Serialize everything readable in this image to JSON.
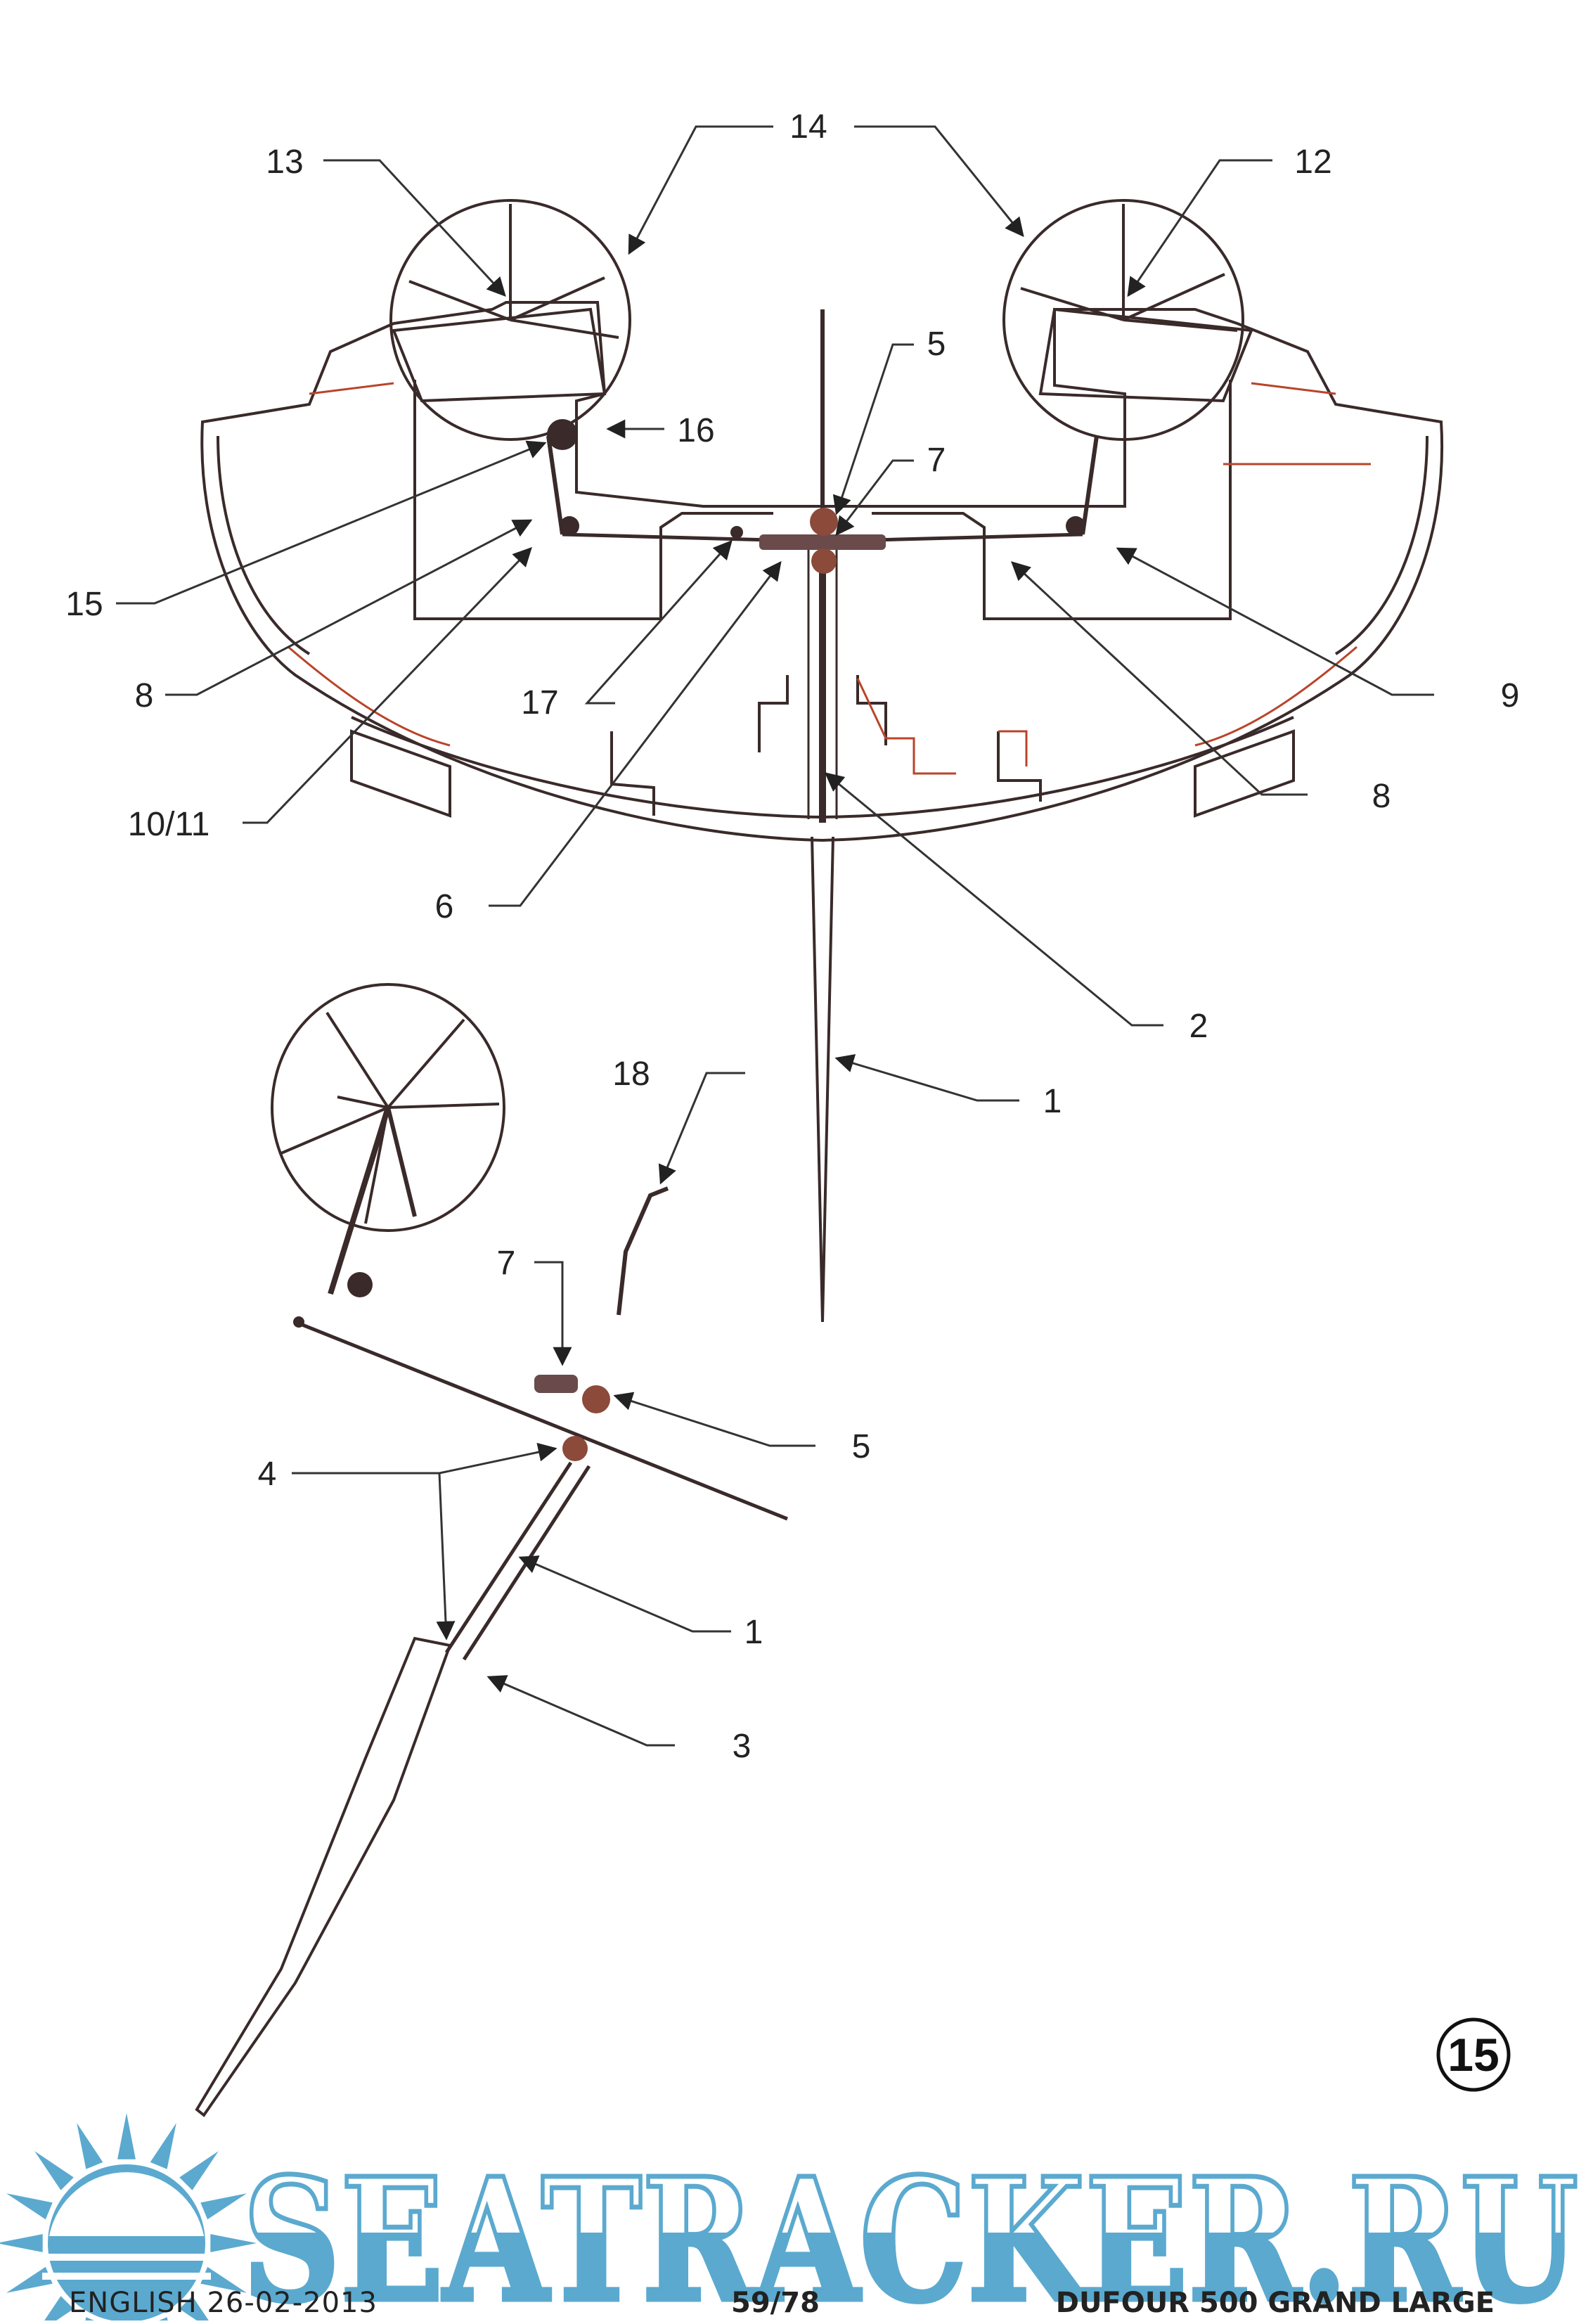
{
  "diagram": {
    "callouts_top": [
      "14",
      "13",
      "12",
      "5",
      "16",
      "7",
      "15",
      "8",
      "17",
      "9",
      "10/11",
      "8",
      "6",
      "2",
      "1"
    ],
    "callouts_bottom": [
      "18",
      "7",
      "5",
      "4",
      "1",
      "3"
    ],
    "figure_number": "15"
  },
  "watermark": {
    "text": "SEATRACKER.RU",
    "color": "#5ba9cf",
    "icon": "sun-icon"
  },
  "footer": {
    "language_date": "ENGLISH  26-02-2013",
    "page": "59/78",
    "model": "DUFOUR 500 GRAND LARGE"
  },
  "colors": {
    "line": "#3a2a2a",
    "accent_line": "#b9442a",
    "label": "#222222"
  }
}
